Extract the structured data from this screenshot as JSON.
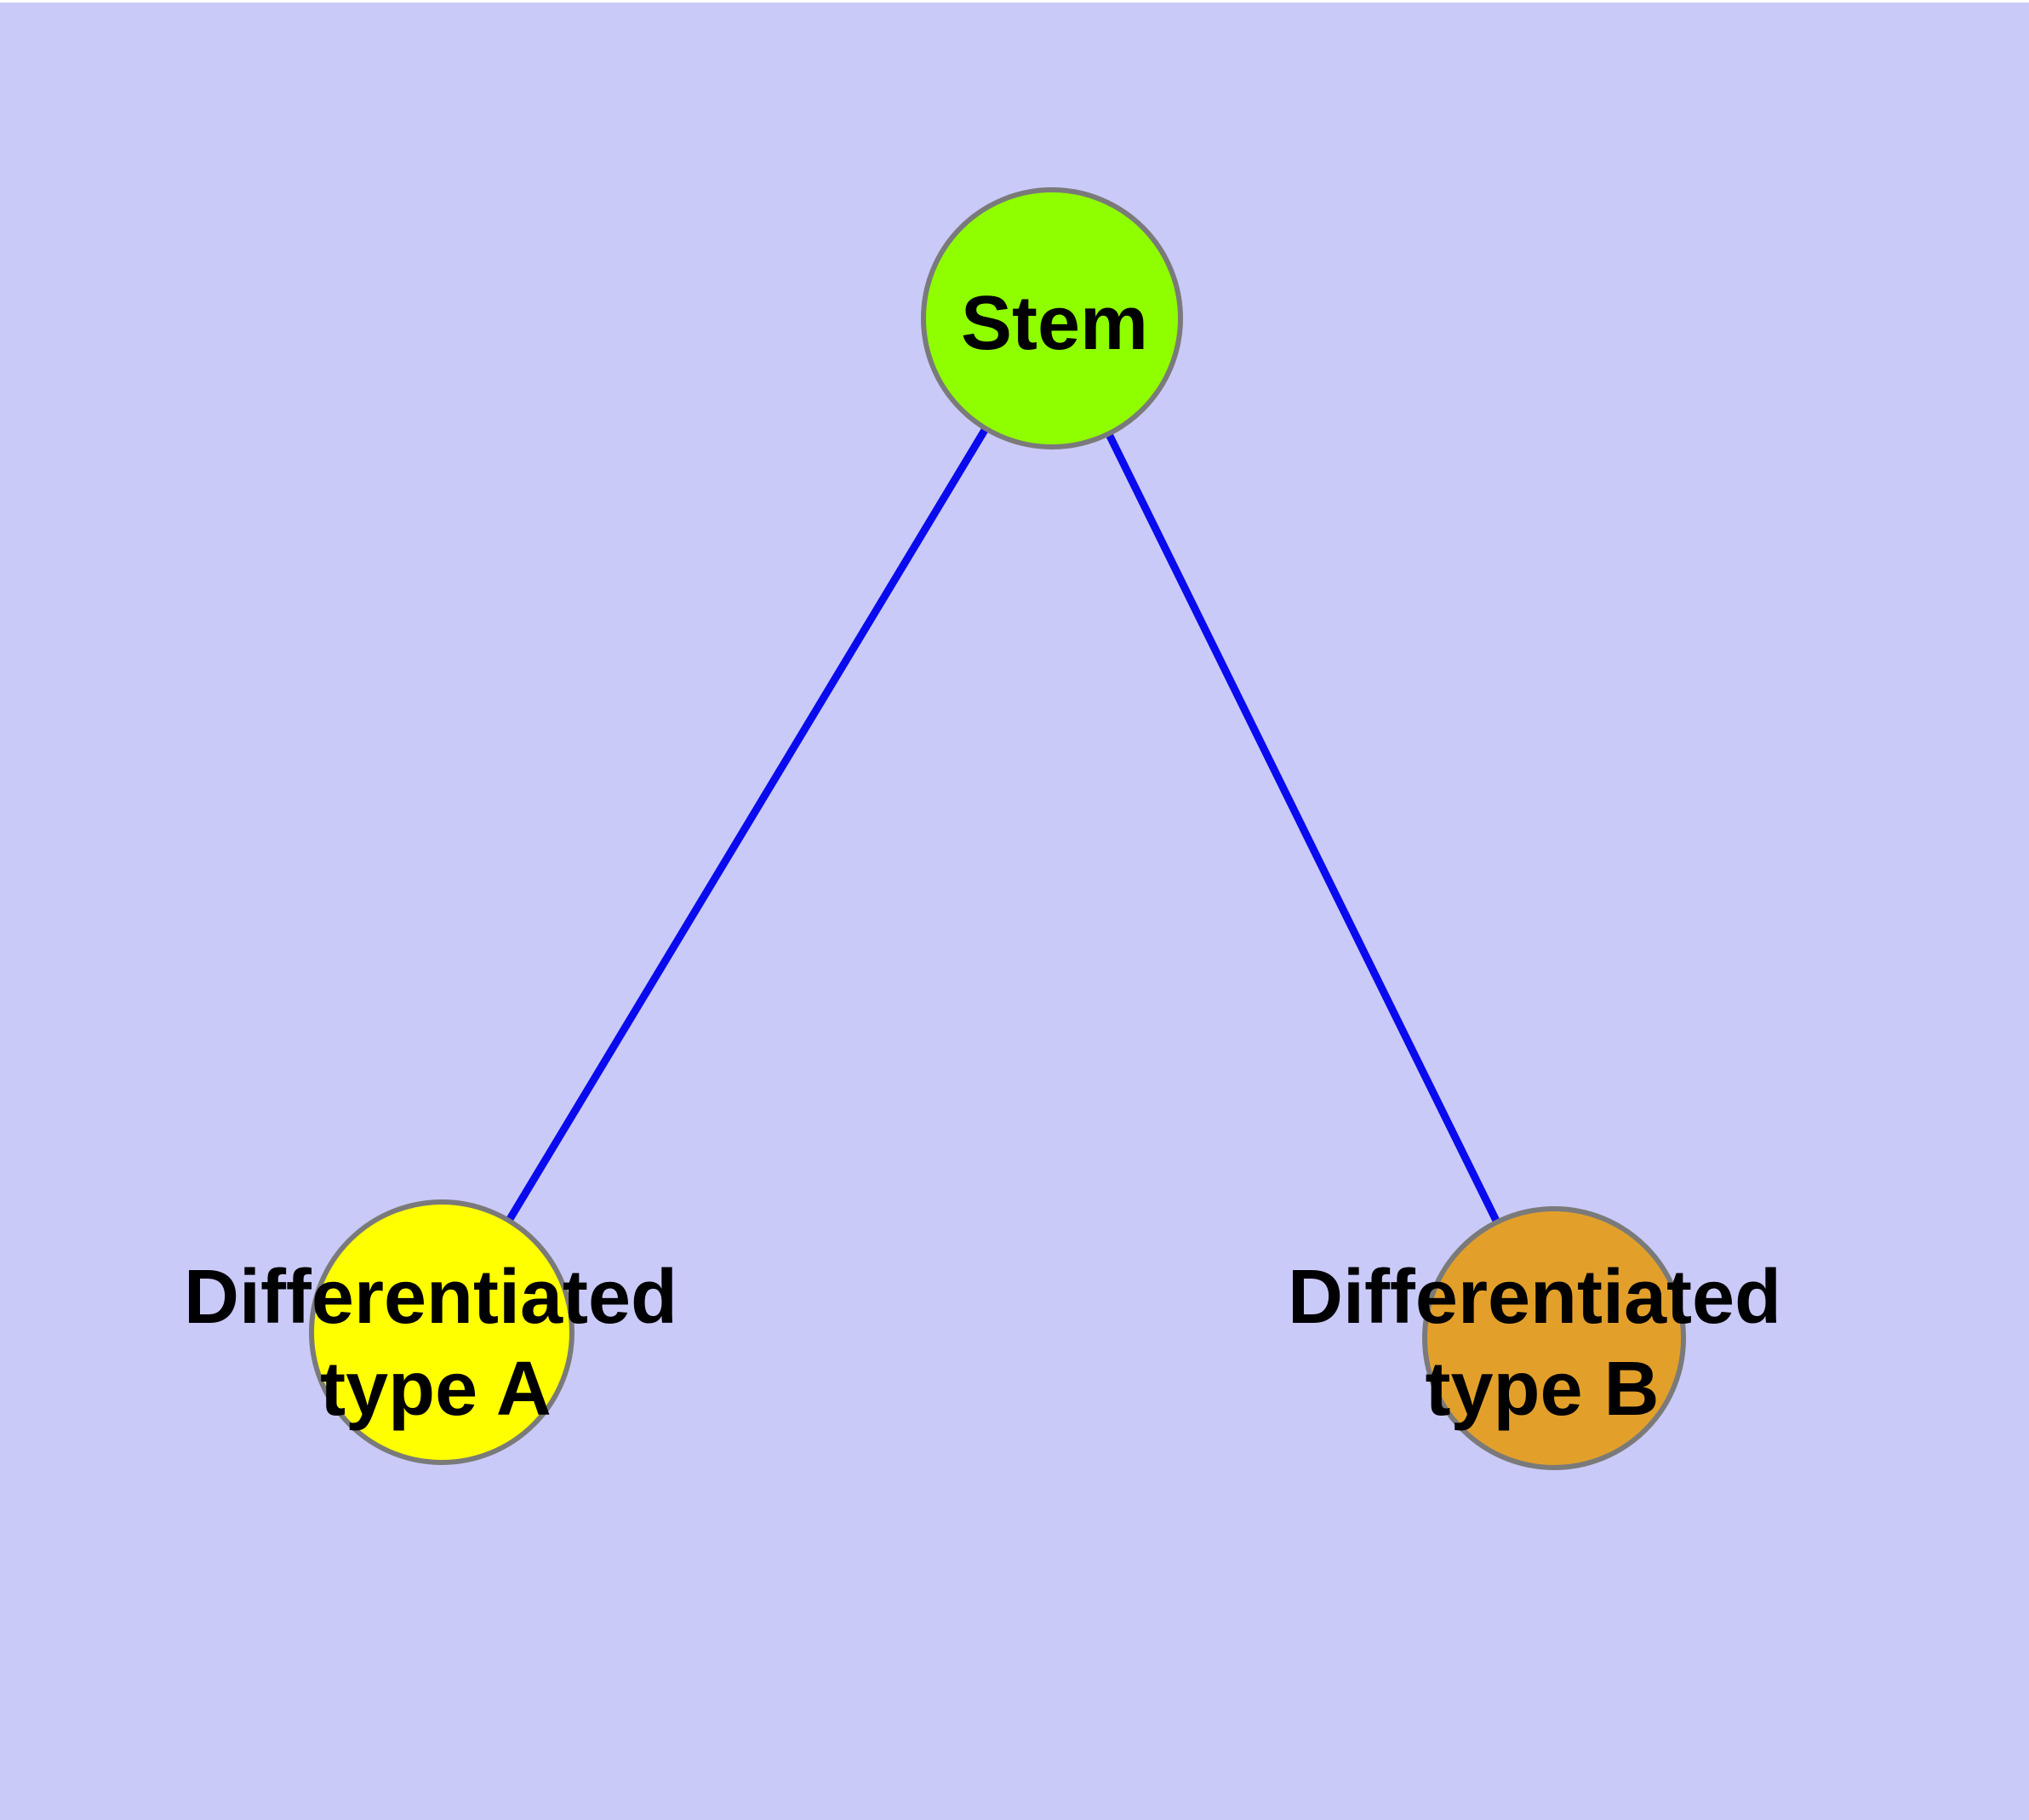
{
  "diagram": {
    "background_color": "#CACAF8",
    "top_edge_strip_color": "#FFFFFF",
    "edge_color": "#0A0AEE",
    "node_border_color": "#7A7A7A",
    "label_color": "#000000",
    "nodes": [
      {
        "id": "stem",
        "label_lines": [
          "Stem"
        ],
        "fill": "#8FFF00"
      },
      {
        "id": "type-a",
        "label_lines": [
          "Differentiated",
          "type A"
        ],
        "fill": "#FFFF00"
      },
      {
        "id": "type-b",
        "label_lines": [
          "Differentiated",
          "type B"
        ],
        "fill": "#E2A02B"
      }
    ],
    "edges": [
      {
        "from": "Stem",
        "to": "Differentiated type A"
      },
      {
        "from": "Stem",
        "to": "Differentiated type B"
      }
    ]
  }
}
